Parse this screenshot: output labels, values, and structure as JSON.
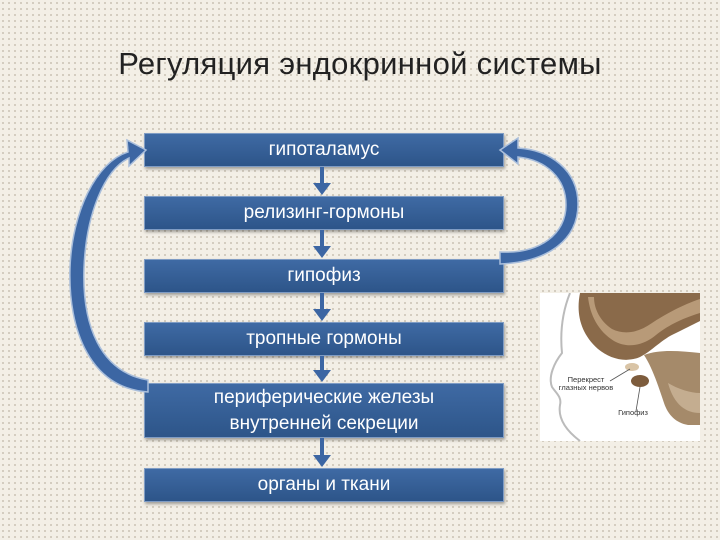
{
  "title": "Регуляция эндокринной системы",
  "flow": {
    "box1": "гипоталамус",
    "box2": "релизинг-гормоны",
    "box3": "гипофиз",
    "box4": "тропные гормоны",
    "box5_line1": "периферические железы",
    "box5_line2": "внутренней секреции",
    "box6": "органы и ткани"
  },
  "figure": {
    "label_chiasm": "Перекрест глазных нервов",
    "label_pituitary": "Гипофиз"
  },
  "colors": {
    "box_fill": "#3a64a0",
    "arrow": "#3c66a3",
    "background": "#f3efe6"
  }
}
